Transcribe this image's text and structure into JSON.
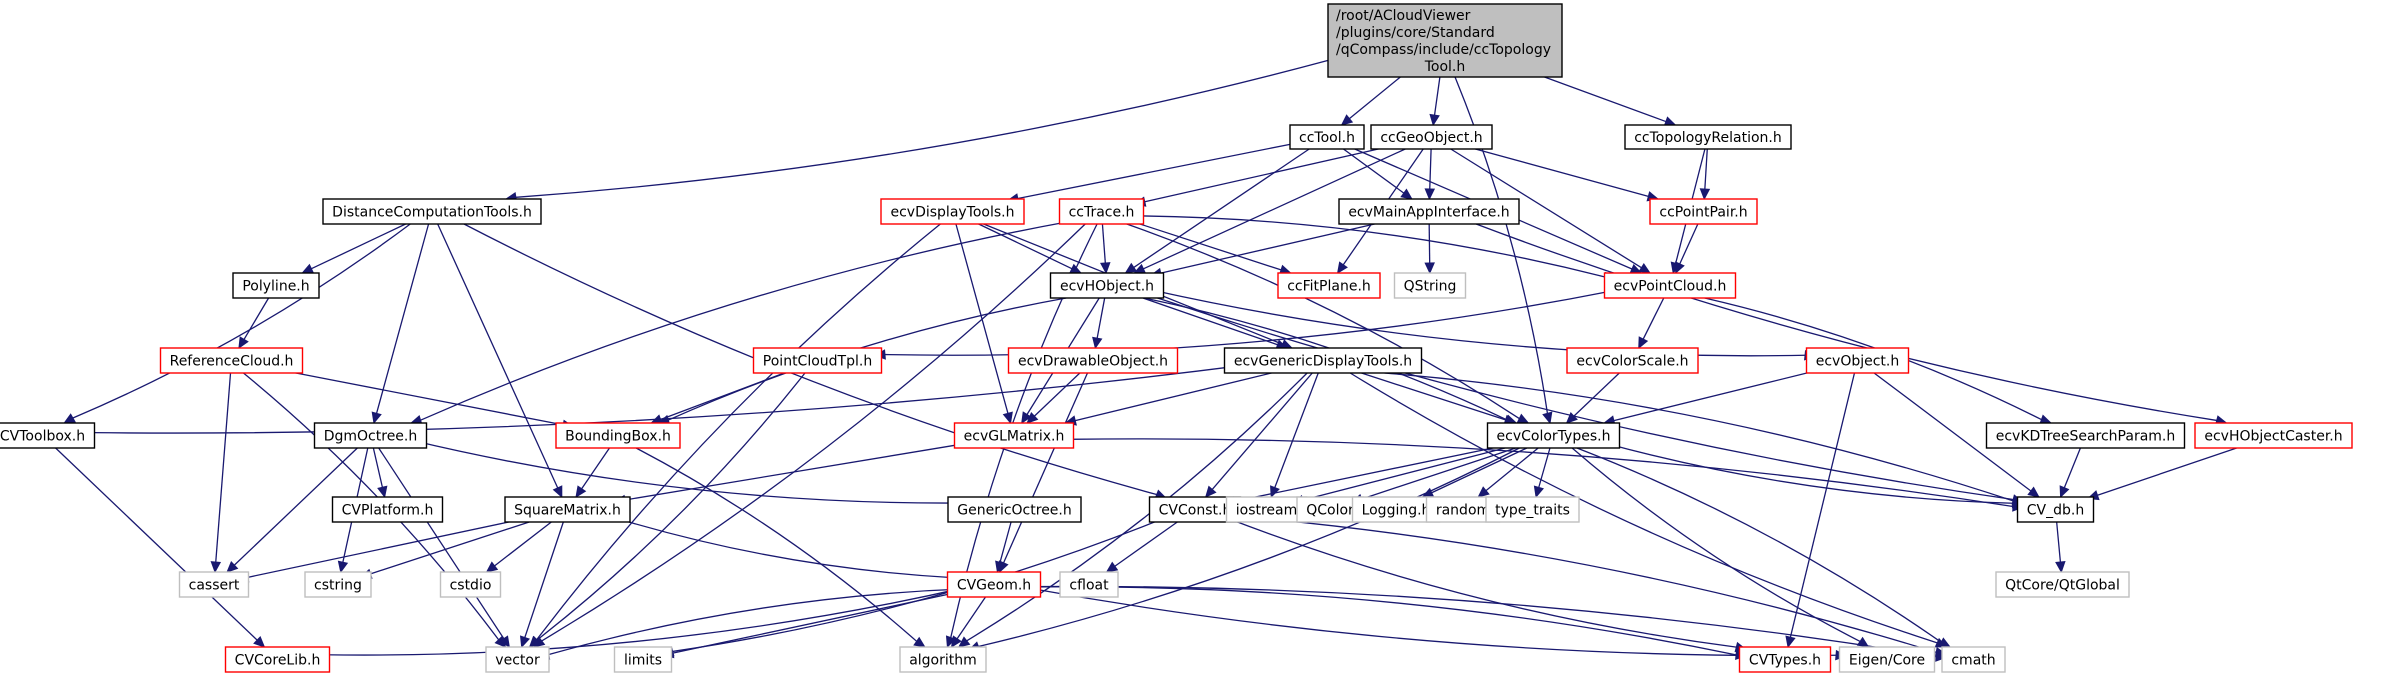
{
  "diagram": {
    "type": "include-dependency-graph",
    "styles": {
      "root": {
        "fill": "#bfbfbf",
        "stroke": "#000000"
      },
      "normal": {
        "fill": "#ffffff",
        "stroke": "#000000"
      },
      "truncated": {
        "fill": "#ffffff",
        "stroke": "#ff0000"
      },
      "external": {
        "fill": "#ffffff",
        "stroke": "#bfbfbf"
      },
      "edge_color": "#191970"
    },
    "nodes": [
      {
        "id": "root",
        "label": [
          "/root/ACloudViewer",
          "/plugins/core/Standard",
          "/qCompass/include/ccTopology",
          "Tool.h"
        ],
        "style": "root"
      },
      {
        "id": "ccTool",
        "label": [
          "ccTool.h"
        ],
        "style": "normal"
      },
      {
        "id": "ccGeoObject",
        "label": [
          "ccGeoObject.h"
        ],
        "style": "normal"
      },
      {
        "id": "ccTopologyRelation",
        "label": [
          "ccTopologyRelation.h"
        ],
        "style": "normal"
      },
      {
        "id": "DistanceComputationTools",
        "label": [
          "DistanceComputationTools.h"
        ],
        "style": "normal"
      },
      {
        "id": "ecvDisplayTools",
        "label": [
          "ecvDisplayTools.h"
        ],
        "style": "truncated"
      },
      {
        "id": "ccTrace",
        "label": [
          "ccTrace.h"
        ],
        "style": "truncated"
      },
      {
        "id": "ecvMainAppInterface",
        "label": [
          "ecvMainAppInterface.h"
        ],
        "style": "normal"
      },
      {
        "id": "ccPointPair",
        "label": [
          "ccPointPair.h"
        ],
        "style": "truncated"
      },
      {
        "id": "Polyline",
        "label": [
          "Polyline.h"
        ],
        "style": "normal"
      },
      {
        "id": "ecvHObject",
        "label": [
          "ecvHObject.h"
        ],
        "style": "normal"
      },
      {
        "id": "ccFitPlane",
        "label": [
          "ccFitPlane.h"
        ],
        "style": "truncated"
      },
      {
        "id": "QString",
        "label": [
          "QString"
        ],
        "style": "external"
      },
      {
        "id": "ecvPointCloud",
        "label": [
          "ecvPointCloud.h"
        ],
        "style": "truncated"
      },
      {
        "id": "ReferenceCloud",
        "label": [
          "ReferenceCloud.h"
        ],
        "style": "truncated"
      },
      {
        "id": "PointCloudTpl",
        "label": [
          "PointCloudTpl.h"
        ],
        "style": "truncated"
      },
      {
        "id": "ecvDrawableObject",
        "label": [
          "ecvDrawableObject.h"
        ],
        "style": "truncated"
      },
      {
        "id": "ecvGenericDisplayTools",
        "label": [
          "ecvGenericDisplayTools.h"
        ],
        "style": "normal"
      },
      {
        "id": "ecvColorScale",
        "label": [
          "ecvColorScale.h"
        ],
        "style": "truncated"
      },
      {
        "id": "ecvObject",
        "label": [
          "ecvObject.h"
        ],
        "style": "truncated"
      },
      {
        "id": "CVToolbox",
        "label": [
          "CVToolbox.h"
        ],
        "style": "normal"
      },
      {
        "id": "DgmOctree",
        "label": [
          "DgmOctree.h"
        ],
        "style": "normal"
      },
      {
        "id": "BoundingBox",
        "label": [
          "BoundingBox.h"
        ],
        "style": "truncated"
      },
      {
        "id": "ecvGLMatrix",
        "label": [
          "ecvGLMatrix.h"
        ],
        "style": "truncated"
      },
      {
        "id": "ecvColorTypes",
        "label": [
          "ecvColorTypes.h"
        ],
        "style": "normal"
      },
      {
        "id": "ecvKDTreeSearchParam",
        "label": [
          "ecvKDTreeSearchParam.h"
        ],
        "style": "normal"
      },
      {
        "id": "ecvHObjectCaster",
        "label": [
          "ecvHObjectCaster.h"
        ],
        "style": "truncated"
      },
      {
        "id": "CVPlatform",
        "label": [
          "CVPlatform.h"
        ],
        "style": "normal"
      },
      {
        "id": "SquareMatrix",
        "label": [
          "SquareMatrix.h"
        ],
        "style": "normal"
      },
      {
        "id": "GenericOctree",
        "label": [
          "GenericOctree.h"
        ],
        "style": "normal"
      },
      {
        "id": "CVConst",
        "label": [
          "CVConst.h"
        ],
        "style": "normal"
      },
      {
        "id": "iostream",
        "label": [
          "iostream"
        ],
        "style": "external"
      },
      {
        "id": "QColor",
        "label": [
          "QColor"
        ],
        "style": "external"
      },
      {
        "id": "Logging",
        "label": [
          "Logging.h"
        ],
        "style": "external"
      },
      {
        "id": "random",
        "label": [
          "random"
        ],
        "style": "external"
      },
      {
        "id": "type_traits",
        "label": [
          "type_traits"
        ],
        "style": "external"
      },
      {
        "id": "CV_db",
        "label": [
          "CV_db.h"
        ],
        "style": "normal"
      },
      {
        "id": "cassert",
        "label": [
          "cassert"
        ],
        "style": "external"
      },
      {
        "id": "cstring",
        "label": [
          "cstring"
        ],
        "style": "external"
      },
      {
        "id": "cstdio",
        "label": [
          "cstdio"
        ],
        "style": "external"
      },
      {
        "id": "cfloat",
        "label": [
          "cfloat"
        ],
        "style": "external"
      },
      {
        "id": "QtCoreQtGlobal",
        "label": [
          "QtCore/QtGlobal"
        ],
        "style": "external"
      },
      {
        "id": "CVGeom",
        "label": [
          "CVGeom.h"
        ],
        "style": "truncated"
      },
      {
        "id": "CVCoreLib",
        "label": [
          "CVCoreLib.h"
        ],
        "style": "truncated"
      },
      {
        "id": "vector",
        "label": [
          "vector"
        ],
        "style": "external"
      },
      {
        "id": "limits",
        "label": [
          "limits"
        ],
        "style": "external"
      },
      {
        "id": "algorithm",
        "label": [
          "algorithm"
        ],
        "style": "external"
      },
      {
        "id": "CVTypes",
        "label": [
          "CVTypes.h"
        ],
        "style": "truncated"
      },
      {
        "id": "EigenCore",
        "label": [
          "Eigen/Core"
        ],
        "style": "external"
      },
      {
        "id": "cmath",
        "label": [
          "cmath"
        ],
        "style": "external"
      }
    ],
    "edges": [
      [
        "root",
        "DistanceComputationTools"
      ],
      [
        "root",
        "ccTool"
      ],
      [
        "root",
        "ccGeoObject"
      ],
      [
        "root",
        "ccTopologyRelation"
      ],
      [
        "root",
        "ecvColorTypes"
      ],
      [
        "ccTool",
        "ecvDisplayTools"
      ],
      [
        "ccTool",
        "ecvMainAppInterface"
      ],
      [
        "ccTool",
        "ecvHObject"
      ],
      [
        "ccTool",
        "ecvPointCloud"
      ],
      [
        "ccGeoObject",
        "ccTrace"
      ],
      [
        "ccGeoObject",
        "ecvMainAppInterface"
      ],
      [
        "ccGeoObject",
        "ccPointPair"
      ],
      [
        "ccGeoObject",
        "ecvHObject"
      ],
      [
        "ccGeoObject",
        "ccFitPlane"
      ],
      [
        "ccGeoObject",
        "ecvPointCloud"
      ],
      [
        "ccTopologyRelation",
        "ccPointPair"
      ],
      [
        "ccTopologyRelation",
        "ecvPointCloud"
      ],
      [
        "DistanceComputationTools",
        "Polyline"
      ],
      [
        "DistanceComputationTools",
        "CVToolbox"
      ],
      [
        "DistanceComputationTools",
        "DgmOctree"
      ],
      [
        "DistanceComputationTools",
        "SquareMatrix"
      ],
      [
        "DistanceComputationTools",
        "CVConst"
      ],
      [
        "ecvDisplayTools",
        "ecvHObject"
      ],
      [
        "ecvDisplayTools",
        "ecvGenericDisplayTools"
      ],
      [
        "ecvDisplayTools",
        "ecvGLMatrix"
      ],
      [
        "ecvDisplayTools",
        "vector"
      ],
      [
        "ccTrace",
        "ecvHObject"
      ],
      [
        "ccTrace",
        "ccFitPlane"
      ],
      [
        "ccTrace",
        "ecvPointCloud"
      ],
      [
        "ccTrace",
        "DgmOctree"
      ],
      [
        "ccTrace",
        "ecvColorTypes"
      ],
      [
        "ccTrace",
        "algorithm"
      ],
      [
        "ccTrace",
        "vector"
      ],
      [
        "ecvMainAppInterface",
        "ecvHObject"
      ],
      [
        "ecvMainAppInterface",
        "QString"
      ],
      [
        "ecvMainAppInterface",
        "ecvHObjectCaster"
      ],
      [
        "ccPointPair",
        "ecvPointCloud"
      ],
      [
        "Polyline",
        "ReferenceCloud"
      ],
      [
        "ReferenceCloud",
        "BoundingBox"
      ],
      [
        "ReferenceCloud",
        "cassert"
      ],
      [
        "ReferenceCloud",
        "vector"
      ],
      [
        "ecvHObject",
        "ecvDrawableObject"
      ],
      [
        "ecvHObject",
        "ecvGenericDisplayTools"
      ],
      [
        "ecvHObject",
        "ecvObject"
      ],
      [
        "ecvHObject",
        "ecvGLMatrix"
      ],
      [
        "ecvHObject",
        "BoundingBox"
      ],
      [
        "ecvHObject",
        "ecvColorTypes"
      ],
      [
        "ecvHObject",
        "CV_db"
      ],
      [
        "ecvPointCloud",
        "PointCloudTpl"
      ],
      [
        "ecvPointCloud",
        "ecvColorScale"
      ],
      [
        "ecvPointCloud",
        "ecvKDTreeSearchParam"
      ],
      [
        "PointCloudTpl",
        "BoundingBox"
      ],
      [
        "PointCloudTpl",
        "vector"
      ],
      [
        "ecvDrawableObject",
        "ecvGLMatrix"
      ],
      [
        "ecvDrawableObject",
        "CVGeom"
      ],
      [
        "ecvGenericDisplayTools",
        "ecvGLMatrix"
      ],
      [
        "ecvGenericDisplayTools",
        "CVToolbox"
      ],
      [
        "ecvGenericDisplayTools",
        "CVConst"
      ],
      [
        "ecvGenericDisplayTools",
        "iostream"
      ],
      [
        "ecvGenericDisplayTools",
        "ecvColorTypes"
      ],
      [
        "ecvGenericDisplayTools",
        "CV_db"
      ],
      [
        "ecvGenericDisplayTools",
        "cmath"
      ],
      [
        "ecvGenericDisplayTools",
        "algorithm"
      ],
      [
        "ecvColorScale",
        "ecvColorTypes"
      ],
      [
        "ecvObject",
        "ecvColorTypes"
      ],
      [
        "ecvObject",
        "CV_db"
      ],
      [
        "ecvObject",
        "CVTypes"
      ],
      [
        "CVToolbox",
        "CVCoreLib"
      ],
      [
        "DgmOctree",
        "CVPlatform"
      ],
      [
        "DgmOctree",
        "GenericOctree"
      ],
      [
        "DgmOctree",
        "cassert"
      ],
      [
        "DgmOctree",
        "cstring"
      ],
      [
        "DgmOctree",
        "vector"
      ],
      [
        "BoundingBox",
        "SquareMatrix"
      ],
      [
        "BoundingBox",
        "algorithm"
      ],
      [
        "ecvGLMatrix",
        "SquareMatrix"
      ],
      [
        "ecvGLMatrix",
        "CV_db"
      ],
      [
        "ecvColorTypes",
        "CVConst"
      ],
      [
        "ecvColorTypes",
        "iostream"
      ],
      [
        "ecvColorTypes",
        "QColor"
      ],
      [
        "ecvColorTypes",
        "Logging"
      ],
      [
        "ecvColorTypes",
        "random"
      ],
      [
        "ecvColorTypes",
        "type_traits"
      ],
      [
        "ecvColorTypes",
        "CV_db"
      ],
      [
        "ecvColorTypes",
        "algorithm"
      ],
      [
        "ecvColorTypes",
        "EigenCore"
      ],
      [
        "ecvColorTypes",
        "cmath"
      ],
      [
        "ecvKDTreeSearchParam",
        "CV_db"
      ],
      [
        "ecvHObjectCaster",
        "CV_db"
      ],
      [
        "SquareMatrix",
        "cassert"
      ],
      [
        "SquareMatrix",
        "cstring"
      ],
      [
        "SquareMatrix",
        "cstdio"
      ],
      [
        "SquareMatrix",
        "vector"
      ],
      [
        "SquareMatrix",
        "CVGeom"
      ],
      [
        "GenericOctree",
        "CVGeom"
      ],
      [
        "CVConst",
        "cfloat"
      ],
      [
        "CVConst",
        "limits"
      ],
      [
        "CVConst",
        "CVTypes"
      ],
      [
        "CVConst",
        "cmath"
      ],
      [
        "CV_db",
        "QtCoreQtGlobal"
      ],
      [
        "CVGeom",
        "CVCoreLib"
      ],
      [
        "CVGeom",
        "vector"
      ],
      [
        "CVGeom",
        "limits"
      ],
      [
        "CVGeom",
        "algorithm"
      ],
      [
        "CVGeom",
        "CVTypes"
      ],
      [
        "CVGeom",
        "EigenCore"
      ],
      [
        "CVGeom",
        "cmath"
      ]
    ]
  }
}
